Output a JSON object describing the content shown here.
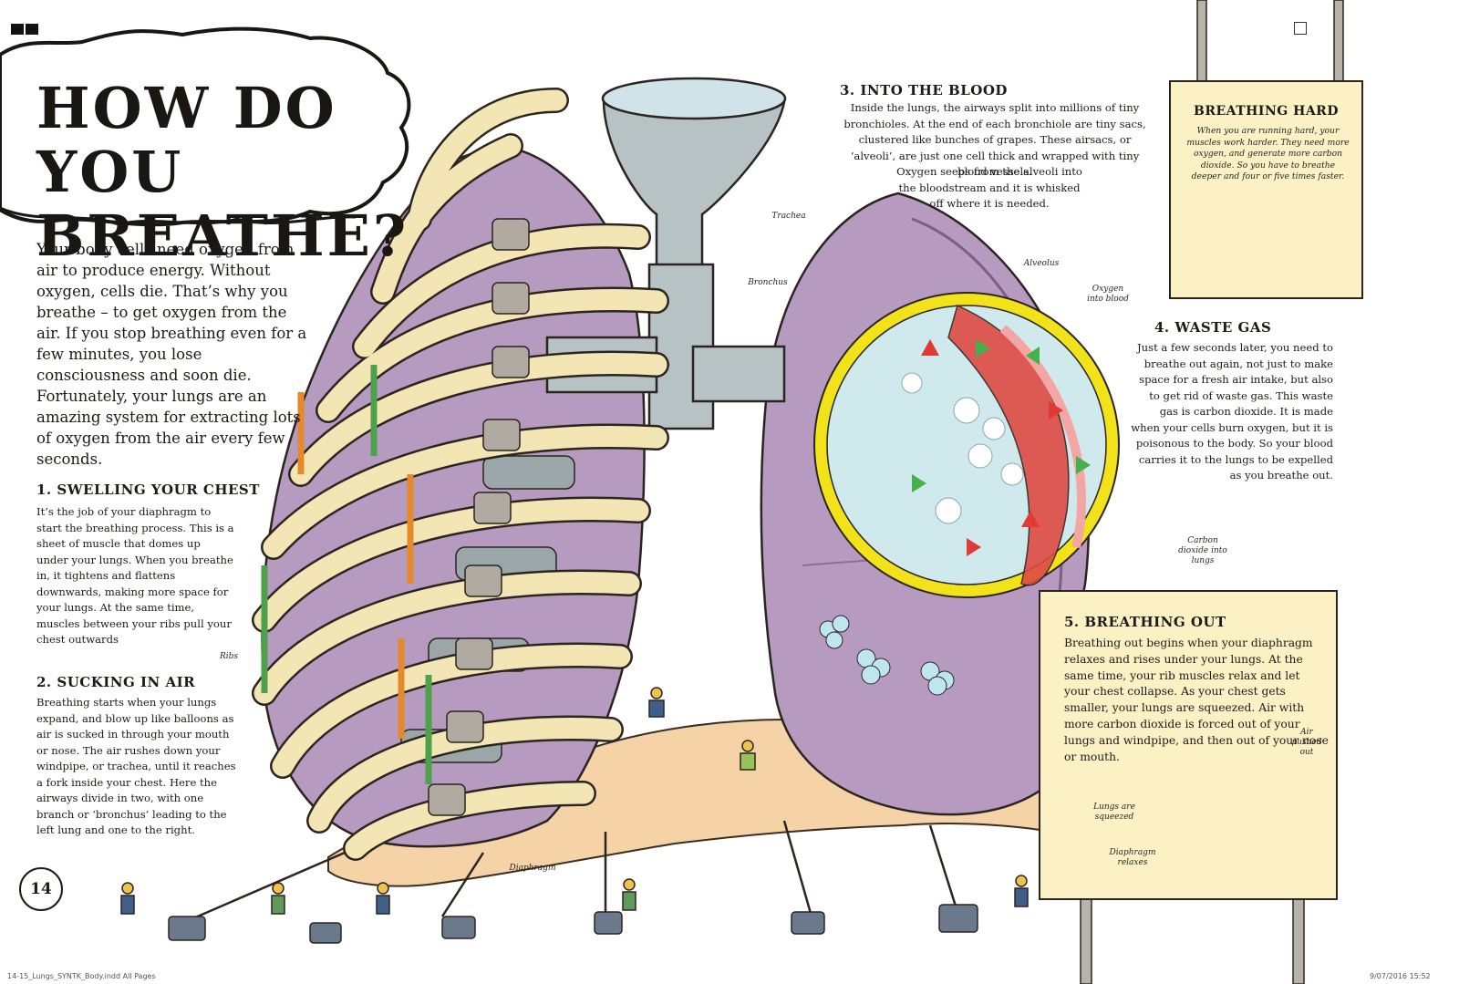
{
  "page": {
    "title": "HOW DO YOU\nBREATHE?",
    "intro": "Your body cells need oxygen from air to produce energy. Without oxygen, cells die. That’s why you breathe – to get oxygen from the air. If you stop breathing even for a few minutes, you lose consciousness and soon die. Fortunately, your lungs are an amazing system for extracting lots of oxygen from the air every few seconds.",
    "page_number": "14"
  },
  "sections": {
    "swelling": {
      "heading": "1. SWELLING YOUR CHEST",
      "body": "It’s the job of your diaphragm to start the breathing process. This is a sheet of muscle that domes up under your lungs. When you breathe in, it tightens and flattens downwards, making more space for your lungs. At the same time, muscles between your ribs pull your chest outwards"
    },
    "sucking": {
      "heading": "2. SUCKING IN AIR",
      "body": "Breathing starts when your lungs expand, and blow up like balloons as air is sucked in through your mouth or nose. The air rushes down your windpipe, or trachea, until it reaches a fork inside your chest. Here the airways divide in two, with one branch or ‘bronchus’ leading to the left lung and one to the right."
    },
    "blood": {
      "heading": "3. INTO THE BLOOD",
      "body_top": "Inside the lungs, the airways split into millions of tiny bronchioles. At the end of each bronchiole are tiny sacs, clustered like bunches of grapes. These airsacs, or ‘alveoli’, are just one cell thick and wrapped with tiny blood vessels.",
      "body_bottom": "Oxygen seeps from the alveoli into the bloodstream and it is whisked off where it is needed."
    },
    "waste": {
      "heading": "4. WASTE GAS",
      "body": "Just a few seconds later, you need to breathe out again, not just to make space for a fresh air intake, but also to get rid of waste gas. This waste gas is carbon dioxide. It is made when your cells burn oxygen, but it is poisonous to the body. So your blood carries it to the lungs to be expelled as you breathe out."
    },
    "hard": {
      "heading": "BREATHING HARD",
      "body": "When you are running hard, your muscles work harder. They need more oxygen, and generate more carbon dioxide. So you have to breathe deeper and four or five times faster."
    },
    "out": {
      "heading": "5. BREATHING OUT",
      "body": "Breathing out begins when your diaphragm relaxes and rises under your lungs. At the same time, your rib muscles relax and let your chest collapse. As your chest gets smaller, your lungs are squeezed. Air with more carbon dioxide is forced out of your lungs and windpipe, and then out of your nose or mouth."
    }
  },
  "labels": {
    "trachea": "Trachea",
    "bronchus": "Bronchus",
    "alveolus": "Alveolus",
    "oxygen_into_blood": "Oxygen into blood",
    "carbon_dioxide": "Carbon dioxide into lungs",
    "ribs": "Ribs",
    "diaphragm": "Diaphragm",
    "air_pushed_out": "Air pushed out",
    "lungs_squeezed": "Lungs are squeezed",
    "diaphragm_relaxes": "Diaphragm relaxes"
  },
  "footer": {
    "left": "14-15_Lungs_SYNTK_Body.indd   All Pages",
    "right": "9/07/2016   15:52"
  },
  "colors": {
    "lung_purple": "#b79ac0",
    "rib_cream": "#f3e6b4",
    "diaphragm_peach": "#f5d3a6",
    "panel_yellow": "#fbf1c4",
    "magnifier_ring": "#f2e21a",
    "airway_grey": "#b7c2c4",
    "blood_red": "#de4a44"
  }
}
